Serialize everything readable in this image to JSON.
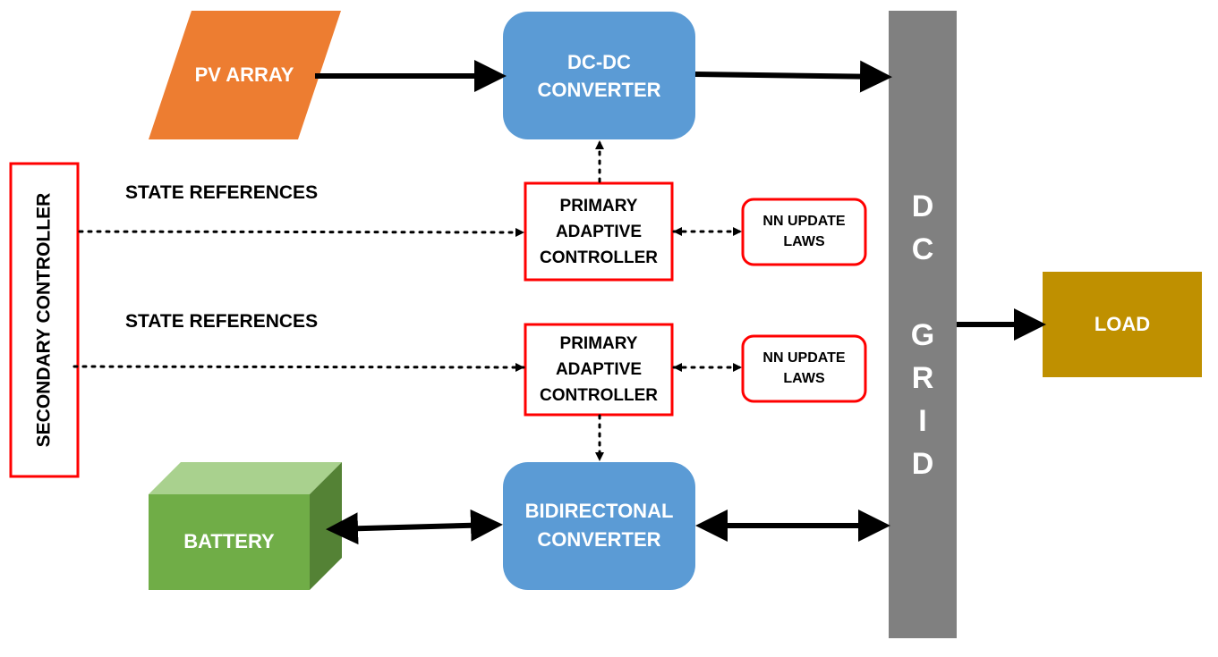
{
  "blocks": {
    "pv_array": "PV ARRAY",
    "dcdc_converter": "DC-DC\nCONVERTER",
    "primary_controller_1": "PRIMARY\nADAPTIVE\nCONTROLLER",
    "primary_controller_2": "PRIMARY\nADAPTIVE\nCONTROLLER",
    "nn_update_1": "NN UPDATE\nLAWS",
    "nn_update_2": "NN UPDATE\nLAWS",
    "secondary_controller": "SECONDARY CONTROLLER",
    "battery": "BATTERY",
    "bidirectional_converter": "BIDIRECTONAL\nCONVERTER",
    "dc_grid": [
      "D",
      "C",
      "",
      "G",
      "R",
      "I",
      "D"
    ],
    "load": "LOAD"
  },
  "labels": {
    "state_references_1": "STATE REFERENCES",
    "state_references_2": "STATE REFERENCES"
  },
  "colors": {
    "pv": "#ED7D31",
    "converter": "#5B9BD5",
    "grid": "#808080",
    "load": "#BF9000",
    "battery_front": "#70AD47",
    "battery_top": "#A9D18E",
    "battery_side": "#548235",
    "controller_border": "#FF0000"
  }
}
